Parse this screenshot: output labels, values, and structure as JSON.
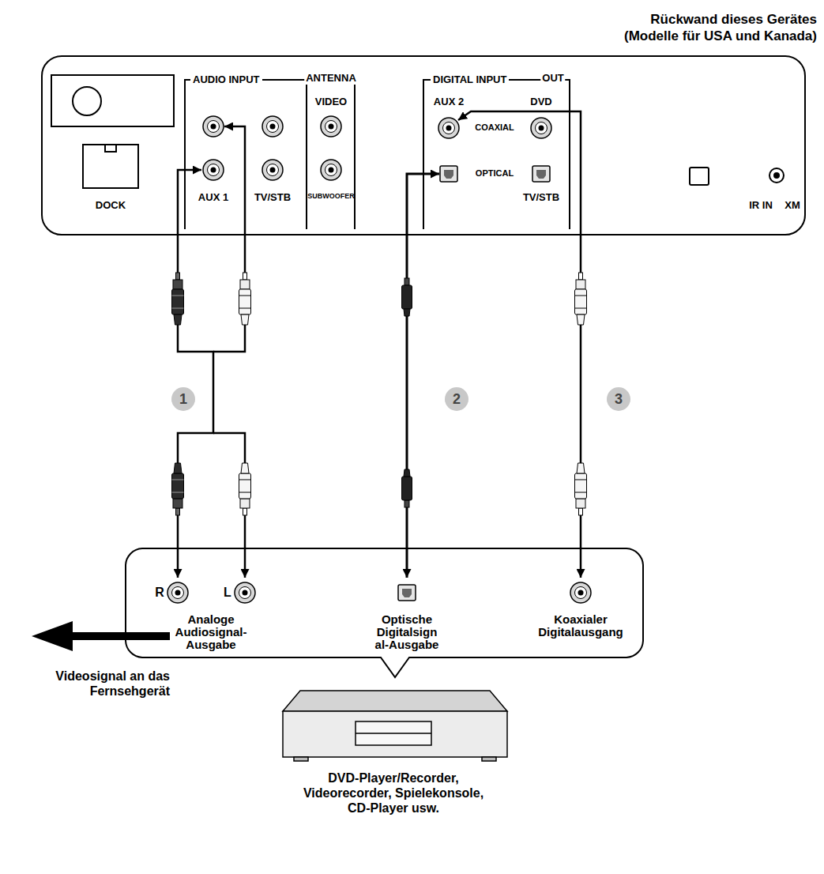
{
  "diagram": {
    "nodes": [
      {
        "text": [
          "Rückwand dieses Gerätes (Modelle für USA und Kanada)"
        ]
      },
      {
        "text": [
          "AUDIO INPUT"
        ],
        "in": 0
      },
      {
        "text": [
          "DIGITAL INPUT"
        ],
        "in": 0
      },
      {
        "text": [
          "Analoge Audiosignal-Ausgabe",
          "Optische Digitalsign al-Ausgabe",
          "Koaxialer Digitalausgang"
        ]
      }
    ],
    "edges": [
      {
        "from": 3,
        "to": 1,
        "arrow": "both",
        "label": "1"
      },
      {
        "from": 3,
        "to": 2,
        "arrow": "both",
        "label": "2"
      },
      {
        "from": 3,
        "to": 2,
        "arrow": "both",
        "label": "3"
      }
    ],
    "labels": [
      "ANTENNA",
      "VIDEO",
      "AUX 1",
      "TV/STB",
      "SUBWOOFER",
      "OUT",
      "AUX 2",
      "DVD",
      "COAXIAL",
      "OPTICAL",
      "TV/STB",
      "DOCK",
      "IR IN",
      "XM",
      "R",
      "L",
      "DVD-Player/Recorder, Videorecorder, Spielekonsole, CD-Player usw.",
      "Videosignal an das Fernsehgerät"
    ]
  }
}
